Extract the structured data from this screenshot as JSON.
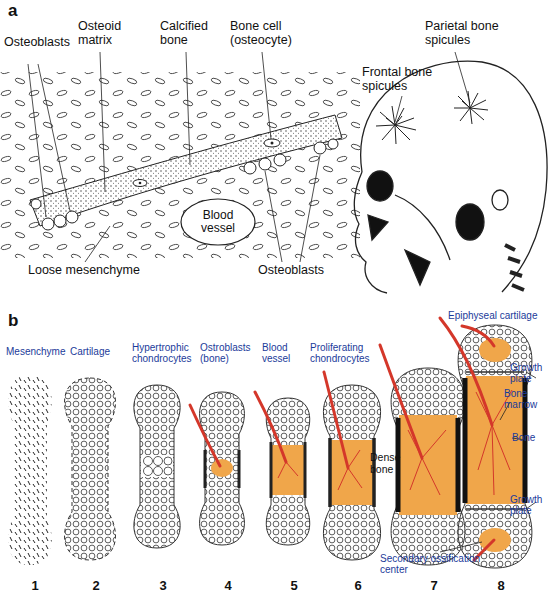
{
  "diagram": {
    "nodes": [
      {
        "text": [
          "Blood vessel"
        ]
      }
    ],
    "labels": [
      "a",
      "Osteoblasts",
      "Osteoid matrix",
      "Calcified bone",
      "Bone cell (osteocyte)",
      "Parietal bone spicules",
      "Frontal bone spicules",
      "Loose mesenchyme",
      "Osteoblasts",
      "b",
      "Mesenchyme",
      "Cartilage",
      "Hypertrophic chondrocytes",
      "Ostroblasts (bone)",
      "Blood vessel",
      "Proliferating chondrocytes",
      "Epiphyseal cartilage",
      "Growth plate",
      "Bone marrow",
      "Bone",
      "Dense bone",
      "Growth plate",
      "Secondary ossification center",
      "1",
      "2",
      "3",
      "4",
      "5",
      "6",
      "7",
      "8"
    ]
  }
}
